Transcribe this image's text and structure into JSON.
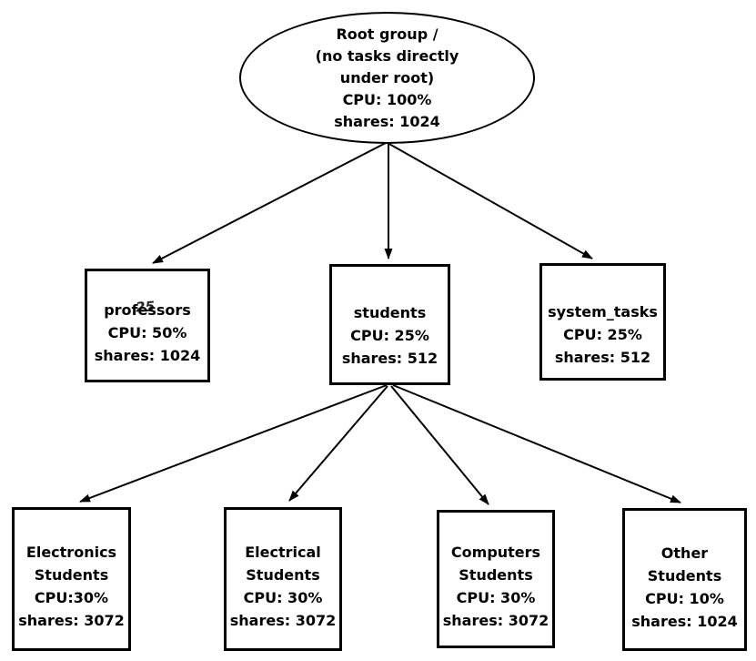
{
  "colors": {
    "background": "#ffffff",
    "stroke": "#000000",
    "text": "#000000"
  },
  "nodes": {
    "root": {
      "shape": "ellipse",
      "lines": [
        "Root group /",
        "(no tasks directly",
        "under root)",
        "CPU: 100%",
        "shares: 1024"
      ]
    },
    "professors": {
      "shape": "box",
      "lines": [
        "professors",
        "CPU: 50%",
        "shares: 1024"
      ],
      "overlap_artifact": "25"
    },
    "students": {
      "shape": "box",
      "lines": [
        "students",
        "CPU: 25%",
        "shares: 512"
      ]
    },
    "system_tasks": {
      "shape": "box",
      "lines": [
        "system_tasks",
        "CPU: 25%",
        "shares: 512"
      ]
    },
    "electronics": {
      "shape": "box",
      "lines": [
        "Electronics",
        "Students",
        "CPU:30%",
        "shares: 3072"
      ]
    },
    "electrical": {
      "shape": "box",
      "lines": [
        "Electrical",
        "Students",
        "CPU: 30%",
        "shares: 3072"
      ]
    },
    "computers": {
      "shape": "box",
      "lines": [
        "Computers",
        "Students",
        "CPU: 30%",
        "shares: 3072"
      ]
    },
    "other": {
      "shape": "box",
      "lines": [
        "Other",
        "Students",
        "CPU: 10%",
        "shares: 1024"
      ]
    }
  },
  "edges": [
    {
      "from": "root",
      "to": "professors"
    },
    {
      "from": "root",
      "to": "students"
    },
    {
      "from": "root",
      "to": "system_tasks"
    },
    {
      "from": "students",
      "to": "electronics"
    },
    {
      "from": "students",
      "to": "electrical"
    },
    {
      "from": "students",
      "to": "computers"
    },
    {
      "from": "students",
      "to": "other"
    }
  ]
}
